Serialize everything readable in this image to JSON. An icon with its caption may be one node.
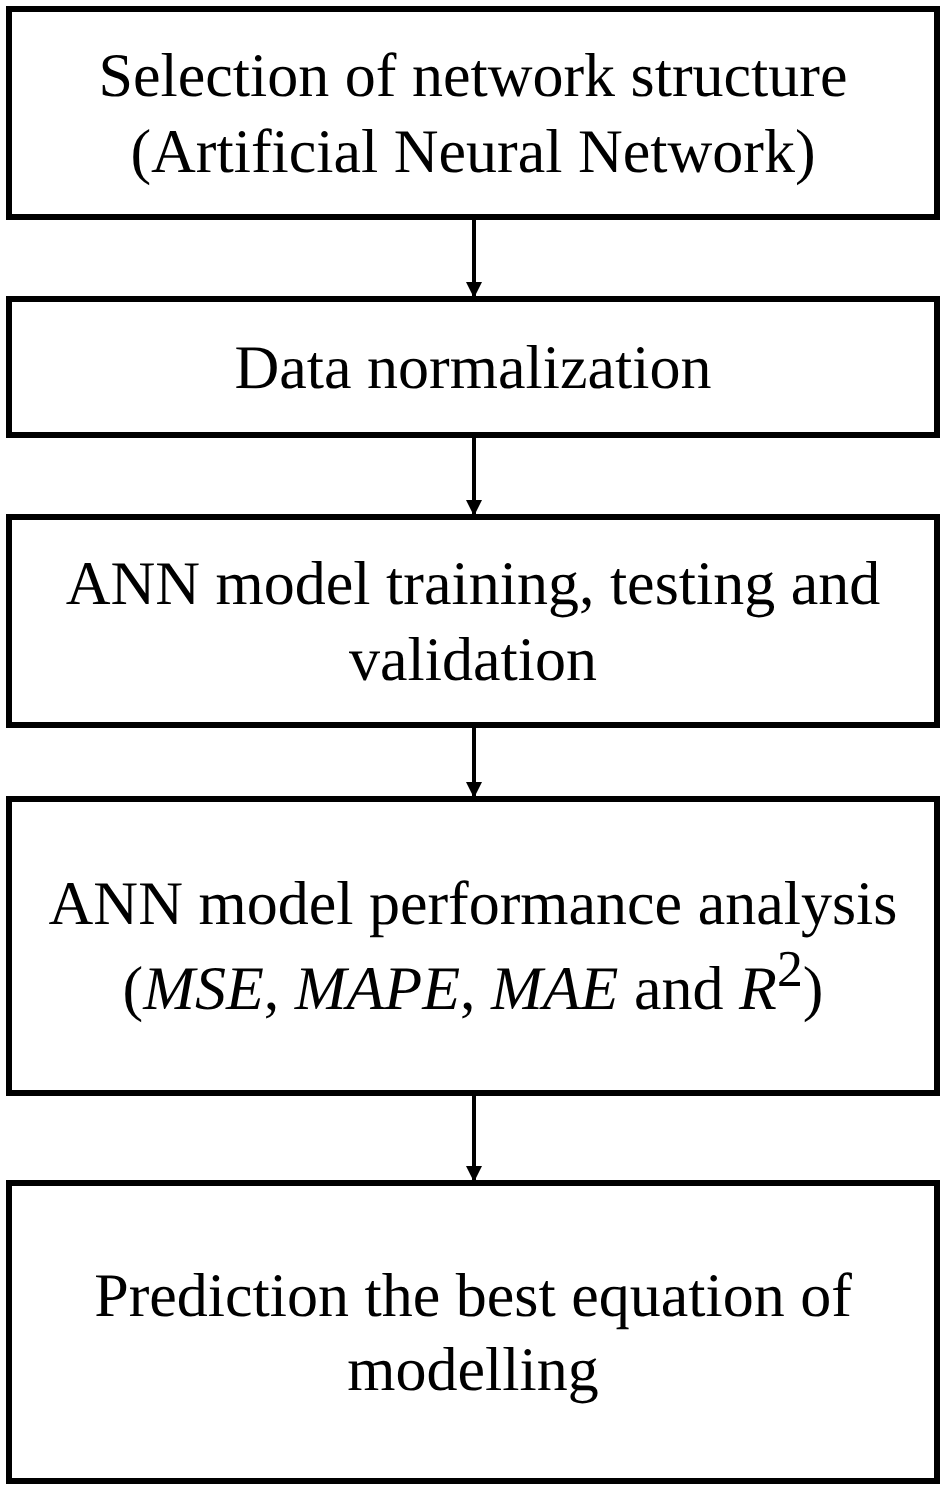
{
  "diagram": {
    "nodes": [
      {
        "text": [
          "Selection of network structure (Artificial Neural Network)"
        ]
      },
      {
        "text": [
          "Data normalization"
        ]
      },
      {
        "text": [
          "ANN model training, testing and validation"
        ]
      },
      {
        "text": [
          "ANN model performance analysis (*MSE*, *MAPE*, *MAE* and *R*$^{2}$)"
        ]
      },
      {
        "text": [
          "Prediction the best equation of modelling"
        ]
      }
    ],
    "edges": [
      {
        "from": 0,
        "to": 1,
        "arrow": "to"
      },
      {
        "from": 1,
        "to": 2,
        "arrow": "to"
      },
      {
        "from": 2,
        "to": 3,
        "arrow": "to"
      },
      {
        "from": 3,
        "to": 4,
        "arrow": "to"
      }
    ]
  }
}
